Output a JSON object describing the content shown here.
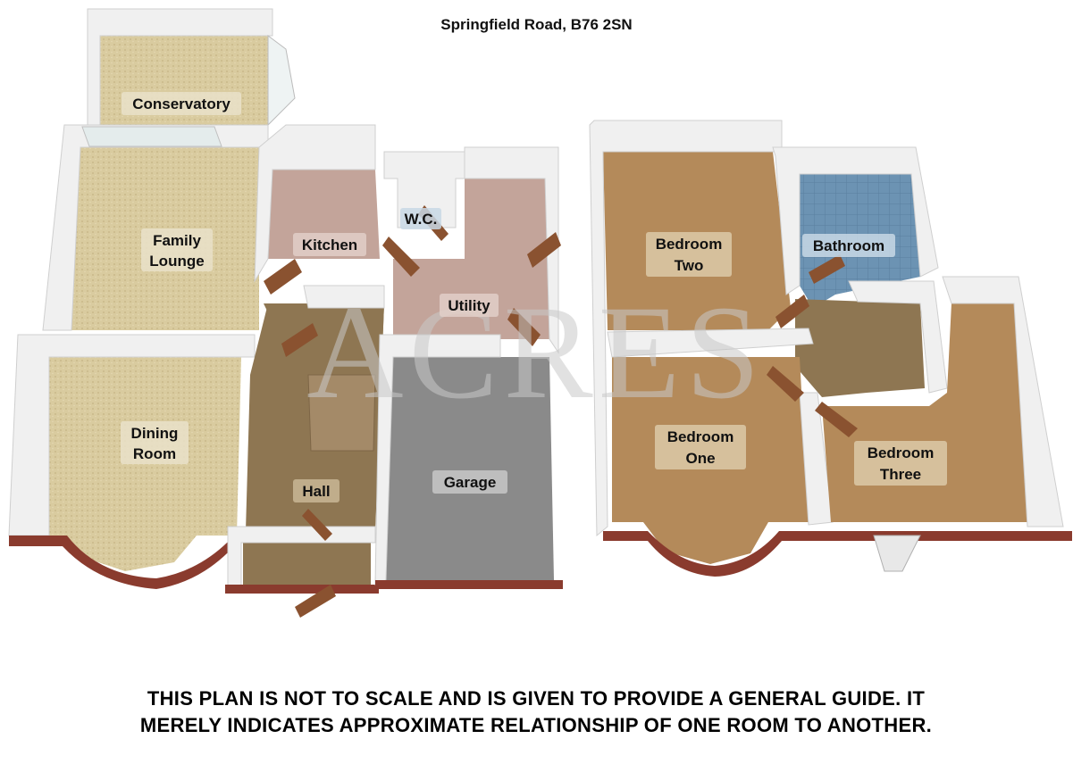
{
  "title": "Springfield Road, B76 2SN",
  "watermark": "ACRES",
  "disclaimer": "THIS PLAN IS NOT TO SCALE AND IS GIVEN TO PROVIDE A GENERAL GUIDE. IT MERELY INDICATES APPROXIMATE RELATIONSHIP OF ONE ROOM TO ANOTHER.",
  "rooms": {
    "conservatory": "Conservatory",
    "family_lounge_1": "Family",
    "family_lounge_2": "Lounge",
    "dining_room_1": "Dining",
    "dining_room_2": "Room",
    "kitchen": "Kitchen",
    "wc": "W.C.",
    "utility": "Utility",
    "hall": "Hall",
    "garage": "Garage",
    "bedroom_two_1": "Bedroom",
    "bedroom_two_2": "Two",
    "bathroom": "Bathroom",
    "bedroom_one_1": "Bedroom",
    "bedroom_one_2": "One",
    "bedroom_three_1": "Bedroom",
    "bedroom_three_2": "Three"
  },
  "colors": {
    "carpet_beige": "#d6c79a",
    "carpet_pink": "#c3a49a",
    "carpet_brown": "#b48a5a",
    "carpet_dark": "#8e7652",
    "tile_blue": "#6c93b3",
    "garage_grey": "#8a8a8a",
    "wall": "#f0f0f0",
    "brick": "#8a3b2e",
    "door": "#8a5230"
  }
}
